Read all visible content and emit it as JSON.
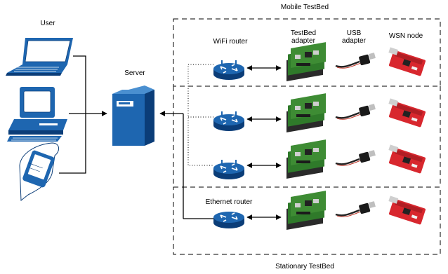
{
  "labels": {
    "user": "User",
    "server": "Server",
    "mobile_testbed": "Mobile TestBed",
    "stationary_testbed": "Stationary TestBed",
    "wifi_router": "WiFi router",
    "ethernet_router": "Ethernet router",
    "testbed_adapter_line1": "TestBed",
    "testbed_adapter_line2": "adapter",
    "usb_adapter_line1": "USB",
    "usb_adapter_line2": "adapter",
    "wsn_node": "WSN node"
  },
  "colors": {
    "device_blue": "#1e66b0",
    "device_dark": "#0b3d78",
    "line": "#000000",
    "pcb_green": "#2f7a2a",
    "wsn_red": "#d8272e"
  },
  "icons": {
    "user_devices": [
      "laptop-icon",
      "desktop-computer-icon",
      "handheld-device-icon"
    ],
    "server": "server-tower-icon",
    "router": "router-icon",
    "adapter": "testbed-adapter-board",
    "usb": "usb-cable",
    "wsn": "wsn-node-board"
  },
  "rows": [
    {
      "router": "wifi",
      "link": "wireless"
    },
    {
      "router": "wifi",
      "link": "wireless"
    },
    {
      "router": "wifi",
      "link": "wireless"
    },
    {
      "router": "ethernet",
      "link": "wired"
    }
  ]
}
